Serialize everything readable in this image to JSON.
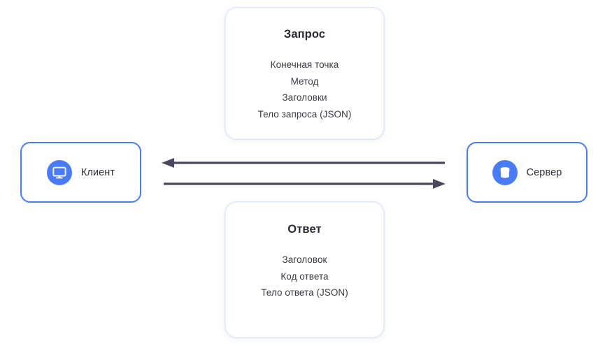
{
  "diagram": {
    "background_color": "#ffffff",
    "accent_color": "#4a7bf7",
    "arrow_color": "#4a4763",
    "text_color": "#2f2f38",
    "nodes": [
      {
        "id": "client",
        "label": "Клиент",
        "icon": "monitor-icon"
      },
      {
        "id": "server",
        "label": "Сервер",
        "icon": "database-icon"
      }
    ],
    "cards": [
      {
        "id": "request",
        "title": "Запрос",
        "lines": [
          "Конечная точка",
          "Метод",
          "Заголовки",
          "Тело запроса (JSON)"
        ]
      },
      {
        "id": "response",
        "title": "Ответ",
        "lines": [
          "Заголовок",
          "Код ответа",
          "Тело ответа (JSON)"
        ]
      }
    ],
    "arrows": [
      {
        "id": "response-arrow",
        "direction": "left",
        "from": "server",
        "to": "client"
      },
      {
        "id": "request-arrow",
        "direction": "right",
        "from": "client",
        "to": "server"
      }
    ]
  }
}
